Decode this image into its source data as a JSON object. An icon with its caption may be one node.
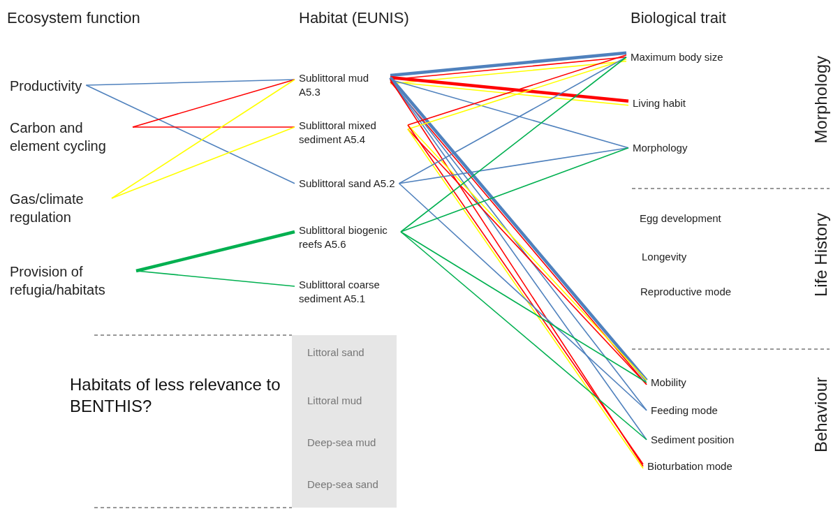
{
  "diagram": {
    "nodes": [
      {
        "text": [
          "Productivity"
        ]
      },
      {
        "text": [
          "Carbon and element cycling"
        ]
      },
      {
        "text": [
          "Gas/climate regulation"
        ]
      },
      {
        "text": [
          "Provision of refugia/habitats"
        ]
      },
      {
        "text": [
          "Sublittoral mud A5.3"
        ]
      },
      {
        "text": [
          "Sublittoral mixed sediment A5.4"
        ]
      },
      {
        "text": [
          "Sublittoral sand A5.2"
        ]
      },
      {
        "text": [
          "Sublittoral biogenic reefs A5.6"
        ]
      },
      {
        "text": [
          "Sublittoral coarse sediment A5.1"
        ]
      },
      {
        "text": [
          "Littoral sand",
          "Littoral mud",
          "Deep-sea mud",
          "Deep-sea sand"
        ]
      },
      {
        "text": [
          "Maximum body size"
        ]
      },
      {
        "text": [
          "Living habit"
        ]
      },
      {
        "text": [
          "Morphology"
        ]
      },
      {
        "text": [
          "Mobility"
        ]
      },
      {
        "text": [
          "Feeding mode"
        ]
      },
      {
        "text": [
          "Sediment position"
        ]
      },
      {
        "text": [
          "Bioturbation mode"
        ]
      }
    ],
    "edges": [
      {
        "from": 0,
        "to": 4,
        "arrow": "none",
        "color": "#4f81bd"
      },
      {
        "from": 0,
        "to": 6,
        "arrow": "none",
        "color": "#4f81bd"
      },
      {
        "from": 1,
        "to": 4,
        "arrow": "none",
        "color": "#ff0000"
      },
      {
        "from": 1,
        "to": 5,
        "arrow": "none",
        "color": "#ff0000"
      },
      {
        "from": 2,
        "to": 4,
        "arrow": "none",
        "color": "#ffff00"
      },
      {
        "from": 2,
        "to": 5,
        "arrow": "none",
        "color": "#ffff00"
      },
      {
        "from": 3,
        "to": 7,
        "arrow": "none",
        "color": "#00b050",
        "style": "thick"
      },
      {
        "from": 3,
        "to": 8,
        "arrow": "none",
        "color": "#00b050"
      },
      {
        "from": 4,
        "to": 10,
        "arrow": "none",
        "color": "#4f81bd",
        "style": "thick"
      },
      {
        "from": 4,
        "to": 10,
        "arrow": "none",
        "color": "#ff0000"
      },
      {
        "from": 4,
        "to": 10,
        "arrow": "none",
        "color": "#ffff00"
      },
      {
        "from": 4,
        "to": 11,
        "arrow": "none",
        "color": "#ff0000",
        "style": "thick"
      },
      {
        "from": 4,
        "to": 11,
        "arrow": "none",
        "color": "#ffff00"
      },
      {
        "from": 4,
        "to": 12,
        "arrow": "none",
        "color": "#4f81bd"
      },
      {
        "from": 4,
        "to": 13,
        "arrow": "none",
        "color": "#4f81bd",
        "style": "thick"
      },
      {
        "from": 4,
        "to": 13,
        "arrow": "none",
        "color": "#ff0000"
      },
      {
        "from": 4,
        "to": 14,
        "arrow": "none",
        "color": "#4f81bd"
      },
      {
        "from": 4,
        "to": 15,
        "arrow": "none",
        "color": "#4f81bd"
      },
      {
        "from": 4,
        "to": 16,
        "arrow": "none",
        "color": "#ff0000"
      },
      {
        "from": 5,
        "to": 10,
        "arrow": "none",
        "color": "#ff0000"
      },
      {
        "from": 5,
        "to": 10,
        "arrow": "none",
        "color": "#ffff00"
      },
      {
        "from": 5,
        "to": 13,
        "arrow": "none",
        "color": "#ffff00"
      },
      {
        "from": 5,
        "to": 13,
        "arrow": "none",
        "color": "#ff0000"
      },
      {
        "from": 5,
        "to": 16,
        "arrow": "none",
        "color": "#ff0000"
      },
      {
        "from": 5,
        "to": 16,
        "arrow": "none",
        "color": "#ffff00"
      },
      {
        "from": 6,
        "to": 10,
        "arrow": "none",
        "color": "#4f81bd"
      },
      {
        "from": 6,
        "to": 12,
        "arrow": "none",
        "color": "#4f81bd"
      },
      {
        "from": 6,
        "to": 14,
        "arrow": "none",
        "color": "#4f81bd"
      },
      {
        "from": 7,
        "to": 10,
        "arrow": "none",
        "color": "#00b050"
      },
      {
        "from": 7,
        "to": 12,
        "arrow": "none",
        "color": "#00b050"
      },
      {
        "from": 7,
        "to": 13,
        "arrow": "none",
        "color": "#00b050"
      },
      {
        "from": 7,
        "to": 15,
        "arrow": "none",
        "color": "#00b050"
      }
    ],
    "labels": [
      "Ecosystem function",
      "Habitat (EUNIS)",
      "Biological trait",
      "Morphology",
      "Egg development",
      "Longevity",
      "Life History",
      "Reproductive mode",
      "Habitats of less relevance to BENTHIS?",
      "Behaviour"
    ]
  }
}
